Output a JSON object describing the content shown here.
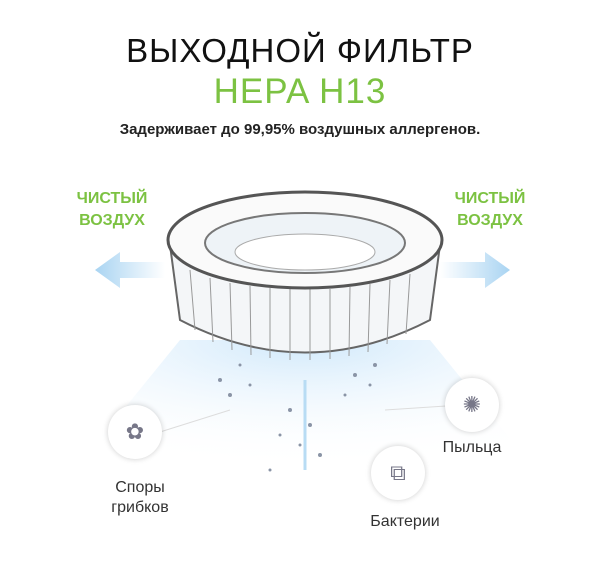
{
  "header": {
    "title": "ВЫХОДНОЙ ФИЛЬТР",
    "subtitle": "HEPA H13",
    "description": "Задерживает до 99,95% воздушных аллергенов."
  },
  "airflow": {
    "left": {
      "line1": "ЧИСТЫЙ",
      "line2": "ВОЗДУХ"
    },
    "right": {
      "line1": "ЧИСТЫЙ",
      "line2": "ВОЗДУХ"
    }
  },
  "particles": [
    {
      "line1": "Споры",
      "line2": "грибков",
      "icon": "spores-icon"
    },
    {
      "line1": "Бактерии",
      "icon": "bacteria-icon"
    },
    {
      "line1": "Пыльца",
      "icon": "pollen-icon"
    }
  ],
  "colors": {
    "accent": "#7cc242",
    "text": "#111111"
  }
}
